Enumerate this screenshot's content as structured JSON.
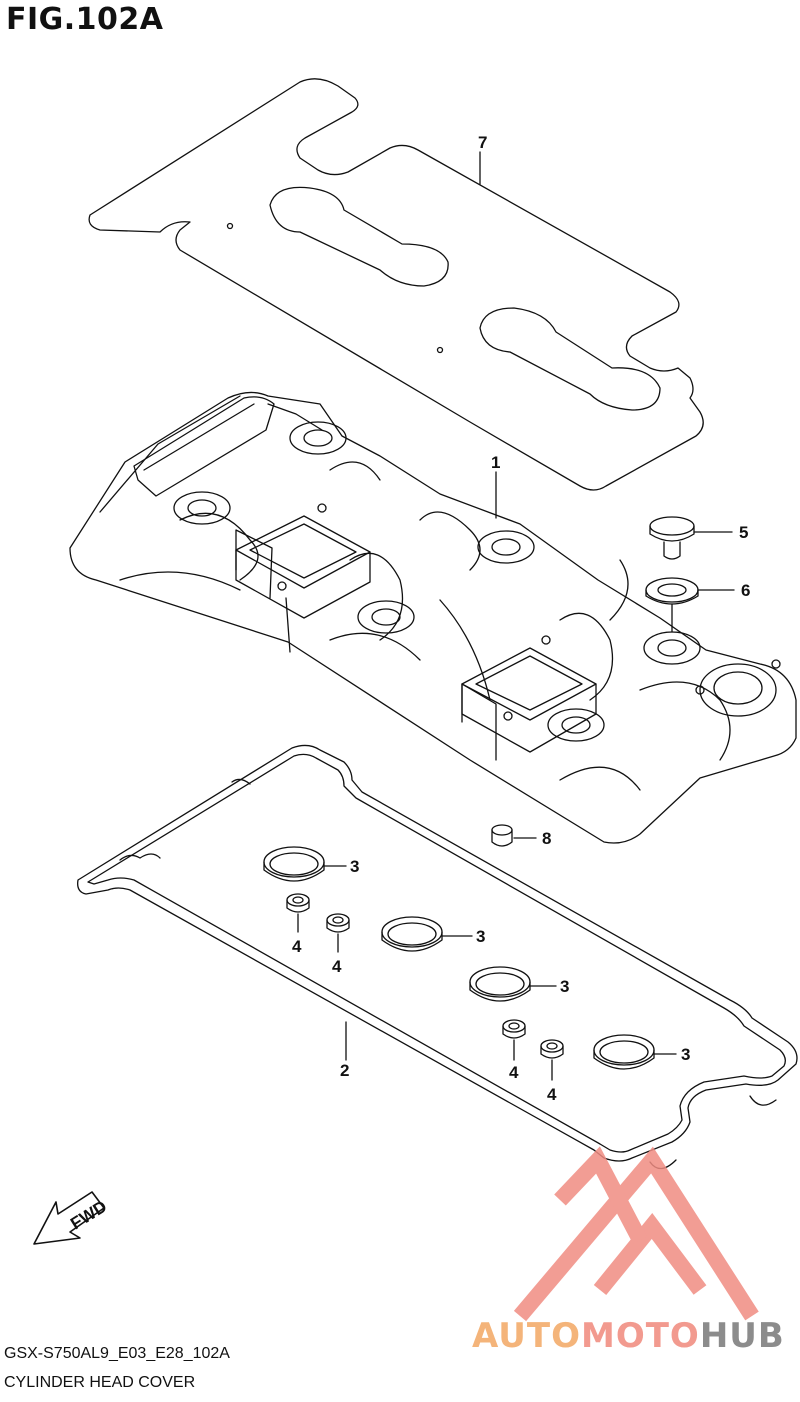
{
  "figure": {
    "title": "FIG.102A",
    "code": "GSX-S750AL9_E03_E28_102A",
    "caption": "CYLINDER HEAD COVER"
  },
  "callouts": [
    {
      "id": "c1",
      "label": "1"
    },
    {
      "id": "c2",
      "label": "2"
    },
    {
      "id": "c3a",
      "label": "3"
    },
    {
      "id": "c3b",
      "label": "3"
    },
    {
      "id": "c3c",
      "label": "3"
    },
    {
      "id": "c3d",
      "label": "3"
    },
    {
      "id": "c4a",
      "label": "4"
    },
    {
      "id": "c4b",
      "label": "4"
    },
    {
      "id": "c4c",
      "label": "4"
    },
    {
      "id": "c4d",
      "label": "4"
    },
    {
      "id": "c5",
      "label": "5"
    },
    {
      "id": "c6",
      "label": "6"
    },
    {
      "id": "c7",
      "label": "7"
    },
    {
      "id": "c8",
      "label": "8"
    }
  ],
  "fwd_label": "FWD",
  "watermark": {
    "part1": "AUTO",
    "part2": "MOTO",
    "part3": "HUB",
    "colors": {
      "auto": "#f4b47a",
      "moto": "#f29a8f",
      "hub": "#8c8c8c",
      "logo": "#f08c82"
    }
  }
}
